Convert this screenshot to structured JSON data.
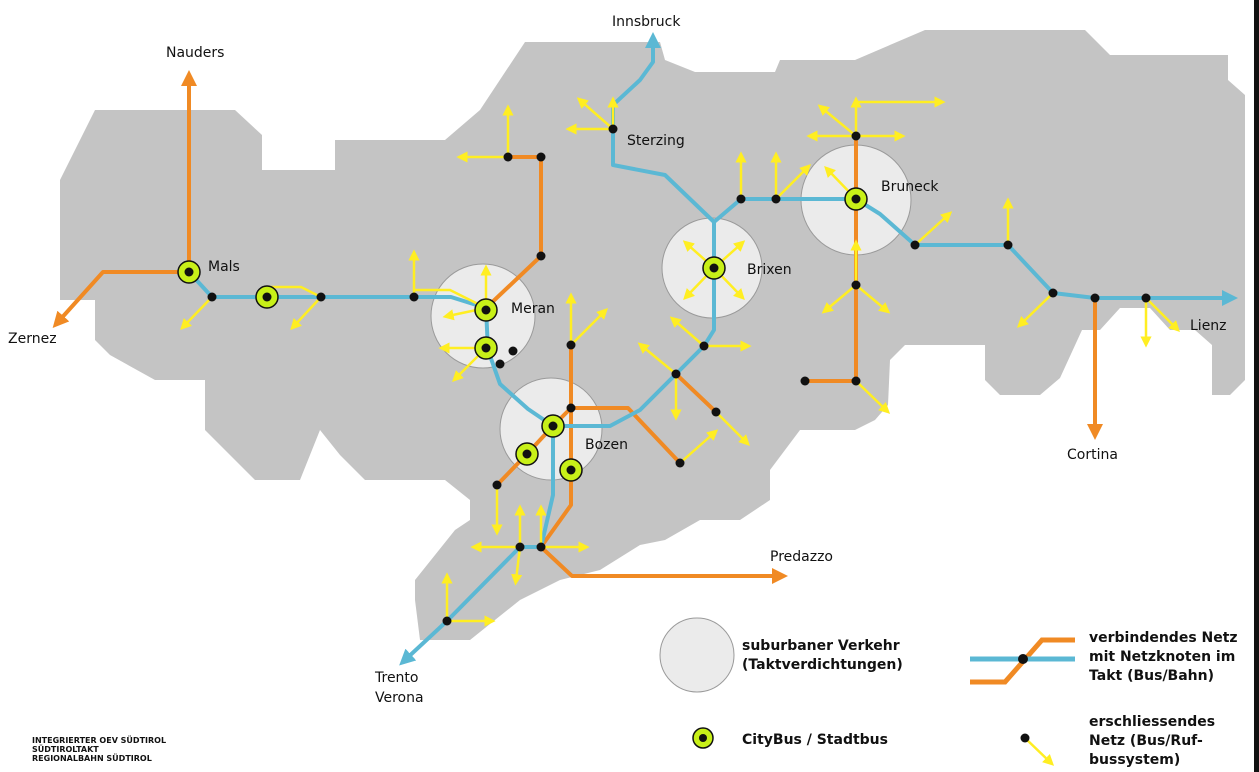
{
  "colors": {
    "region": "#c4c4c4",
    "suburban_zone": "#ebebeb",
    "connecting_blue": "#5bb8d4",
    "connecting_orange": "#f08a24",
    "feeder_yellow": "#ffee22",
    "citybus_fill": "#c8f018",
    "node": "#111111"
  },
  "cities": {
    "innsbruck": "Innsbruck",
    "nauders": "Nauders",
    "zernez": "Zernez",
    "mals": "Mals",
    "meran": "Meran",
    "sterzing": "Sterzing",
    "brixen": "Brixen",
    "bruneck": "Bruneck",
    "bozen": "Bozen",
    "lienz": "Lienz",
    "cortina": "Cortina",
    "predazzo": "Predazzo",
    "trento": "Trento",
    "verona": "Verona"
  },
  "legend": {
    "suburban_line1": "suburbaner Verkehr",
    "suburban_line2": "(Taktverdichtungen)",
    "citybus": "CityBus / Stadtbus",
    "connecting_line1": "verbindendes Netz",
    "connecting_line2": "mit Netzknoten im",
    "connecting_line3": "Takt (Bus/Bahn)",
    "feeder_line1": "erschliessendes",
    "feeder_line2": "Netz (Bus/Ruf-",
    "feeder_line3": "bussystem)"
  },
  "credits": {
    "line1": "INTEGRIERTER OEV SÜDTIROL",
    "line2": "SÜDTIROLTAKT",
    "line3": "REGIONALBAHN SÜDTIROL"
  }
}
